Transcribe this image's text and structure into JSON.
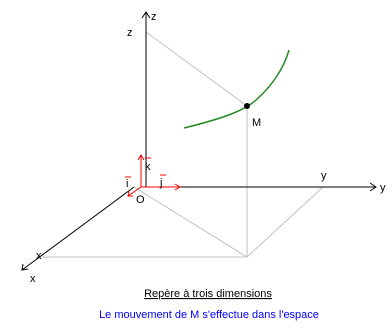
{
  "labels": {
    "z_axis": "z",
    "z_proj": "z",
    "y_axis": "y",
    "y_proj": "y",
    "x_axis": "x",
    "x_proj": "x",
    "origin": "O",
    "point": "M",
    "unit_k": "k",
    "unit_i": "i",
    "unit_j": "j"
  },
  "caption": "Repère à trois dimensions",
  "subcaption": "Le mouvement de M s'effectue dans l'espace",
  "colors": {
    "axes": "#000000",
    "construction": "#c0c0c0",
    "trajectory": "#228b22",
    "unit_vectors": "#ff0000",
    "subcaption": "#0000ff"
  }
}
